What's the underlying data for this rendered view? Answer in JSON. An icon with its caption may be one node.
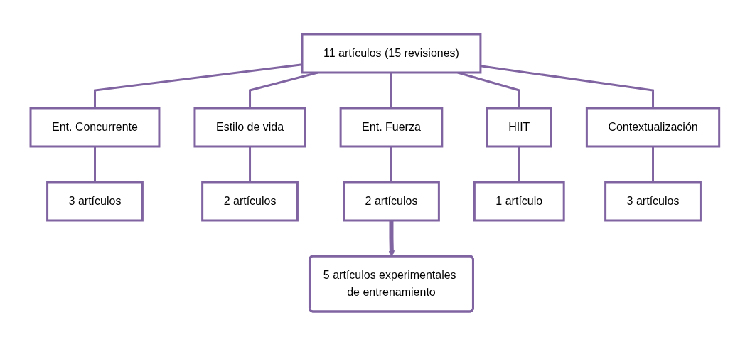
{
  "diagram": {
    "nodes": [
      {
        "text": [
          "11 artículos (15 revisiones)"
        ]
      },
      {
        "text": [
          "Ent. Concurrente"
        ]
      },
      {
        "text": [
          "Estilo de vida"
        ]
      },
      {
        "text": [
          "Ent. Fuerza"
        ]
      },
      {
        "text": [
          "HIIT"
        ]
      },
      {
        "text": [
          "Contextualización"
        ]
      },
      {
        "text": [
          "3 artículos"
        ]
      },
      {
        "text": [
          "2 artículos"
        ]
      },
      {
        "text": [
          "2 artículos"
        ]
      },
      {
        "text": [
          "1 artículo"
        ]
      },
      {
        "text": [
          "3 artículos"
        ]
      },
      {
        "text": [
          "5 artículos experimentales de entrenamiento"
        ]
      }
    ],
    "edges": [
      {
        "from": 0,
        "to": 1,
        "arrow": "none"
      },
      {
        "from": 0,
        "to": 2,
        "arrow": "none"
      },
      {
        "from": 0,
        "to": 3,
        "arrow": "none"
      },
      {
        "from": 0,
        "to": 4,
        "arrow": "none"
      },
      {
        "from": 0,
        "to": 5,
        "arrow": "none"
      },
      {
        "from": 1,
        "to": 6,
        "arrow": "none"
      },
      {
        "from": 2,
        "to": 7,
        "arrow": "none"
      },
      {
        "from": 3,
        "to": 8,
        "arrow": "none"
      },
      {
        "from": 4,
        "to": 9,
        "arrow": "none"
      },
      {
        "from": 5,
        "to": 10,
        "arrow": "none"
      },
      {
        "from": 8,
        "to": 11,
        "arrow": "to",
        "style": "thick"
      }
    ]
  }
}
